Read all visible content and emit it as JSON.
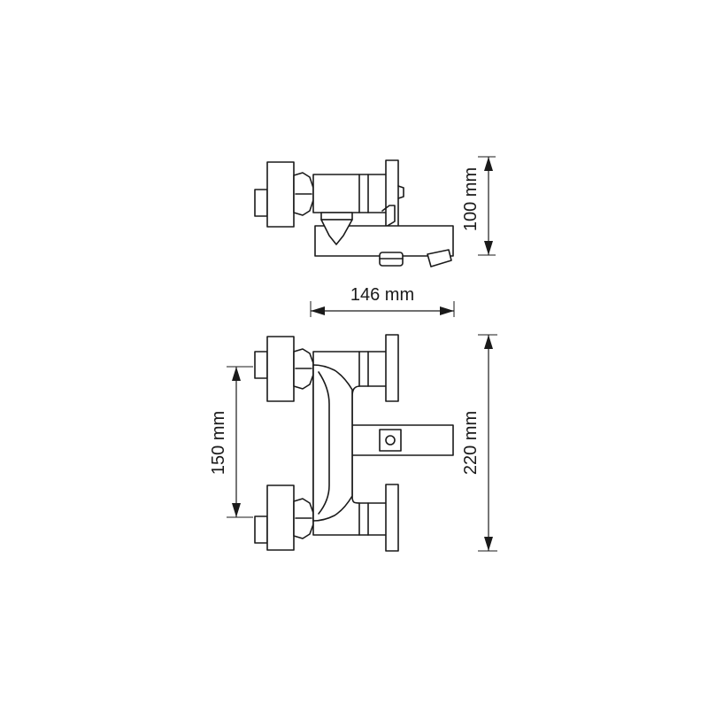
{
  "dimensions": {
    "height": "100 mm",
    "depth": "146 mm",
    "centres": "150 mm",
    "width": "220 mm"
  },
  "colors": {
    "line": "#1a1a1a",
    "background": "#ffffff"
  }
}
